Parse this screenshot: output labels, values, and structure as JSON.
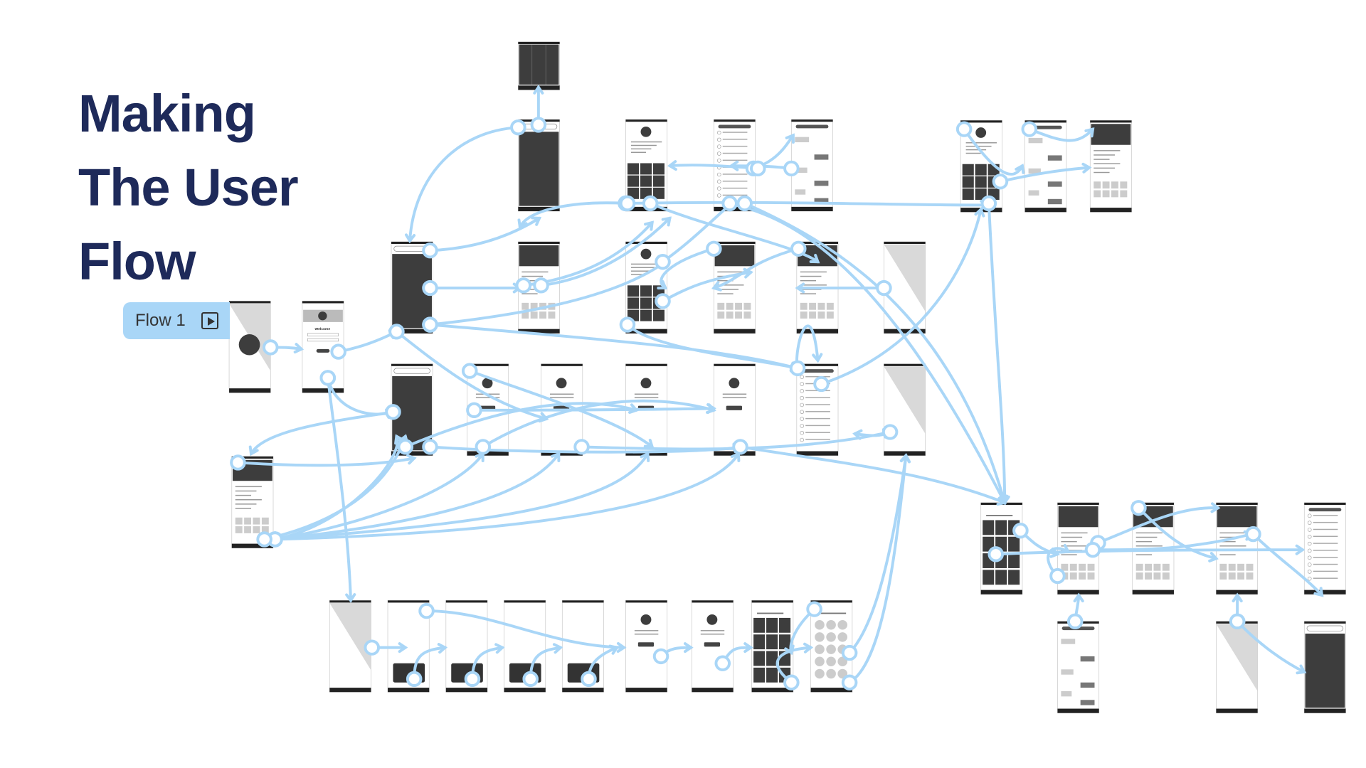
{
  "title": {
    "line1": "Making",
    "line2": "The User",
    "line3": "Flow"
  },
  "flow": {
    "label": "Flow 1",
    "icon": "play-icon"
  },
  "welcome_screen_heading": "Welcome",
  "colors": {
    "title": "#1e2a5a",
    "connector": "#a9d6f7",
    "badge": "#a9d6f7",
    "wireframe_dark": "#3d3d3d"
  }
}
